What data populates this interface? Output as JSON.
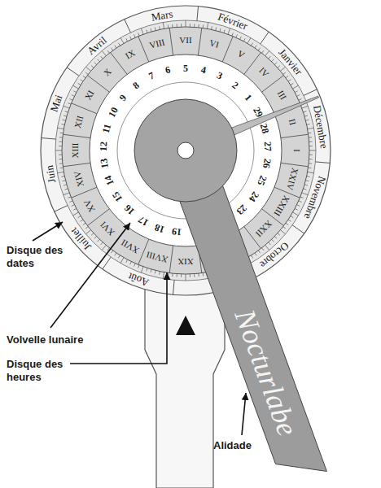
{
  "diagram": {
    "labels": [
      "Mars",
      "Février",
      "Janvier",
      "Décembre",
      "Novembre",
      "Octobre",
      "Août",
      "Juillet",
      "Juin",
      "Mai",
      "Avril",
      "I",
      "II",
      "III",
      "IV",
      "V",
      "VI",
      "VII",
      "VIII",
      "IX",
      "X",
      "XI",
      "XII",
      "XIII",
      "XIV",
      "XV",
      "XVI",
      "XVII",
      "XVIII",
      "XIX",
      "XXII",
      "XXIII",
      "XXIV",
      "1",
      "2",
      "3",
      "4",
      "5",
      "6",
      "7",
      "8",
      "9",
      "10",
      "11",
      "12",
      "13",
      "14",
      "15",
      "16",
      "17",
      "18",
      "19",
      "23",
      "24",
      "25",
      "26",
      "27",
      "28",
      "29",
      "Disque des dates",
      "Disque des heures",
      "Volvelle lunaire",
      "Alidade",
      "Nocturlabe"
    ]
  }
}
